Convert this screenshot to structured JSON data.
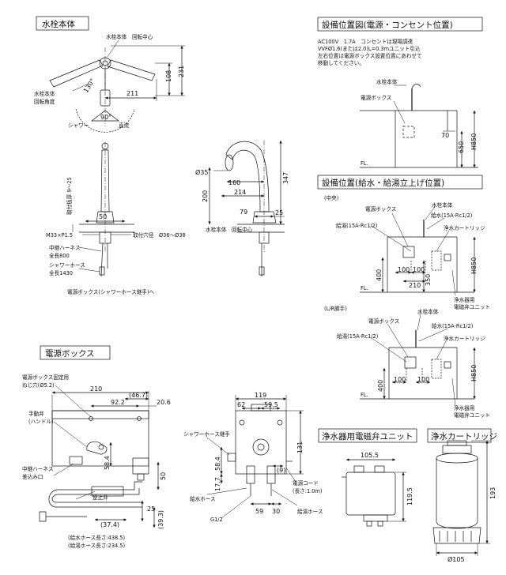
{
  "sections": {
    "faucet_body": "水栓本体",
    "install_position_power": "設備位置図(電源・コンセント位置)",
    "install_position_supply": "設備位置(給水・給湯立上げ位置)",
    "power_box": "電源ボックス",
    "purifier_solenoid_unit": "浄水器用電磁弁ユニット",
    "purifier_cartridge": "浄水カートリッジ"
  },
  "faucet_top": {
    "label_body_rotation_center": "水栓本体　回転中心",
    "label_body_rotation_angle_1": "水栓本体",
    "label_body_rotation_angle_2": "回転角度",
    "label_shower": "シャワー",
    "label_straight": "直流",
    "dim_108": "108",
    "dim_231": "231",
    "dim_130": "130°",
    "dim_211": "211",
    "dim_90": "90°"
  },
  "faucet_front": {
    "label_counter_thickness": "取付板厚 9〜25",
    "dim_50": "50",
    "label_m33": "M33×P1.5",
    "label_hole": "取付穴径　Ø36〜Ø38",
    "label_harness_1": "中継ハーネス",
    "label_harness_2": "全長800",
    "label_shower_hose_1": "シャワーホース",
    "label_shower_hose_2": "全長1430",
    "label_to_power_box": "電源ボックス(シャワーホース継手)へ"
  },
  "faucet_side": {
    "dim_35": "Ø35",
    "dim_160": "160",
    "dim_214": "214",
    "dim_200": "200",
    "dim_347": "347",
    "dim_79": "79",
    "dim_25": "25",
    "label_rotation_center": "水栓本体　回転中心"
  },
  "power_position": {
    "note_line_1": "AC100V　1.7A　コンセントは現場調達",
    "note_line_2": "VVFØ1.6(または2.0)L=0.3mユニット引込",
    "note_line_3": "左右位置は電源ボックス設置位置にあわせて",
    "note_line_4": "移動してください。",
    "label_body": "水栓本体",
    "label_power_box": "電源ボックス",
    "dim_70": "70",
    "dim_650": "650",
    "dim_h850": "H850",
    "label_fl": "FL."
  },
  "supply_center": {
    "label_center": "(中央)",
    "label_power_box": "電源ボックス",
    "label_body": "水栓本体",
    "label_hot": "給湯(15A-Rc1/2)",
    "label_cold": "給水(15A-Rc1/2)",
    "label_cartridge": "浄水カートリッジ",
    "dim_100a": "100",
    "dim_100b": "100",
    "dim_210": "210",
    "dim_350": "350",
    "dim_400": "400",
    "dim_h850": "H850",
    "label_fl": "FL.",
    "label_unit_1": "浄水器用",
    "label_unit_2": "電磁弁ユニット"
  },
  "supply_lr": {
    "label_lr": "(L/R勝手)",
    "label_body": "水栓本体",
    "label_power_box": "電源ボックス",
    "label_cold": "給水(15A-Rc1/2)",
    "label_hot": "給湯(15A-Rc1/2)",
    "label_cartridge": "浄水カートリッジ",
    "dim_100a": "100",
    "dim_100b": "100",
    "dim_400": "400",
    "dim_h850": "H850",
    "label_fl": "FL.",
    "label_unit_1": "浄水器用",
    "label_unit_2": "電磁弁ユニット"
  },
  "power_box_front": {
    "label_screw_1": "電源ボックス固定用",
    "label_screw_2": "ねじ穴(Ø5.2)",
    "dim_210": "210",
    "dim_46_7": "(46.7)",
    "dim_92_2": "92.2",
    "dim_20_6": "20.6",
    "label_valve_1": "手動弁",
    "label_valve_2": "(ハンドル)",
    "dim_58_4": "58.4",
    "dim_50": "50",
    "label_harness_1": "中継ハーネス",
    "label_harness_2": "差込み口",
    "label_check_valve": "逆止弁",
    "dim_25": "25",
    "dim_37_4": "(37.4)",
    "dim_39_3": "(39.3)",
    "label_cold_hose_len": "(給水ホース長さ:438.5)",
    "label_hot_hose_len": "(給湯ホース長さ:234.5)"
  },
  "power_box_side": {
    "dim_119": "119",
    "dim_62": "62",
    "dim_59_5": "59.5",
    "label_shower_joint": "シャワーホース継手",
    "dim_131": "131",
    "dim_58_4": "58.4",
    "dim_9": "(9)",
    "dim_17_7": "17.7",
    "label_power_cord_1": "電源コード",
    "label_power_cord_2": "(長さ:1.0m)",
    "label_cold_hose": "給水ホース",
    "dim_59": "59",
    "dim_30": "30",
    "label_g12": "G1/2",
    "label_hot_hose": "給湯ホース"
  },
  "solenoid_unit": {
    "dim_105_5": "105.5",
    "dim_119_5": "119.5"
  },
  "cartridge": {
    "dim_193": "193",
    "dim_105": "Ø105"
  }
}
